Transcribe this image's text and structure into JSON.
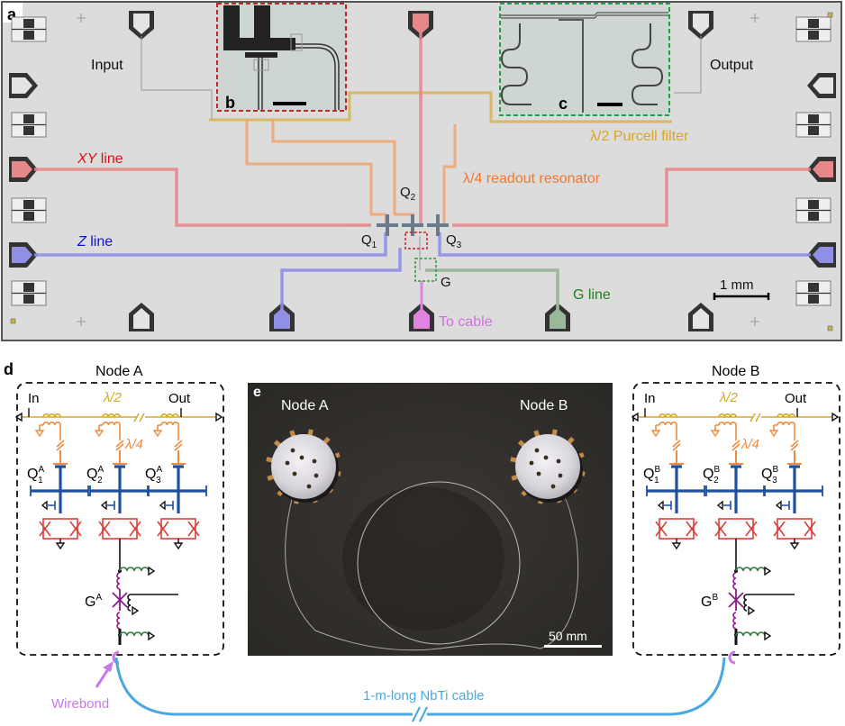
{
  "panel_a": {
    "label": "a",
    "labels": {
      "input": "Input",
      "output": "Output",
      "xy_line": "XY",
      "xy_line_suffix": " line",
      "z_line": "Z",
      "z_line_suffix": " line",
      "purcell_filter": "λ/2 Purcell filter",
      "readout_resonator": "λ/4 readout resonator",
      "q1": "Q",
      "q1_sub": "1",
      "q2": "Q",
      "q2_sub": "2",
      "q3": "Q",
      "q3_sub": "3",
      "g": "G",
      "g_line": "G line",
      "to_cable": "To cable",
      "scale_bar": "1 mm"
    },
    "inset_b_label": "b",
    "inset_c_label": "c",
    "colors": {
      "xy": "#e8878a",
      "z": "#8f8fe6",
      "purcell": "#d8b45a",
      "readout": "#f0a878",
      "g_line": "#9bb89a",
      "to_cable": "#e084e0",
      "chip_bg": "#dcdcdc"
    }
  },
  "panel_d": {
    "label": "d",
    "node_a": {
      "title": "Node A",
      "in": "In",
      "out": "Out",
      "lambda2": "λ/2",
      "lambda4": "λ/4",
      "qubits": [
        {
          "name": "Q",
          "sub": "1",
          "sup": "A"
        },
        {
          "name": "Q",
          "sub": "2",
          "sup": "A"
        },
        {
          "name": "Q",
          "sub": "3",
          "sup": "A"
        }
      ],
      "coupler": {
        "name": "G",
        "sup": "A"
      }
    },
    "node_b": {
      "title": "Node B",
      "in": "In",
      "out": "Out",
      "lambda2": "λ/2",
      "lambda4": "λ/4",
      "qubits": [
        {
          "name": "Q",
          "sub": "1",
          "sup": "B"
        },
        {
          "name": "Q",
          "sub": "2",
          "sup": "B"
        },
        {
          "name": "Q",
          "sub": "3",
          "sup": "B"
        }
      ],
      "coupler": {
        "name": "G",
        "sup": "B"
      }
    },
    "wirebond": "Wirebond",
    "cable": "1-m-long NbTi cable",
    "colors": {
      "purcell": "#d4a82a",
      "readout": "#f08a3c",
      "qubit": "#1f4fa0",
      "squid": "#d9403a",
      "coupler": "#8a1a8a",
      "inductor_g": "#2a7a3a",
      "wirebond": "#c878e8",
      "cable": "#4aa8e0"
    }
  },
  "panel_e": {
    "label": "e",
    "node_a": "Node A",
    "node_b": "Node B",
    "scale_bar": "50 mm"
  }
}
